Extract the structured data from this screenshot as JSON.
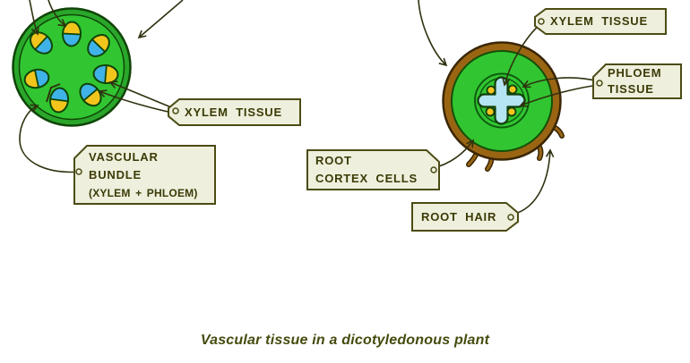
{
  "caption": "Vascular tissue in a dicotyledonous plant",
  "stem_section": {
    "xylem_label": "XYLEM TISSUE",
    "vascular_bundle_label": {
      "line1": "VASCULAR",
      "line2": "BUNDLE",
      "line3": "(XYLEM + PHLOEM)"
    }
  },
  "root_section": {
    "xylem_label": "XYLEM TISSUE",
    "phloem_label": {
      "line1": "PHLOEM",
      "line2": "TISSUE"
    },
    "cortex_label": {
      "line1": "ROOT",
      "line2": "CORTEX CELLS"
    },
    "root_hair_label": "ROOT HAIR"
  },
  "colors": {
    "stem_green": "#31c631",
    "stem_ring_green": "#2aa62a",
    "outline_green": "#0f4508",
    "root_brown": "#9a6513",
    "xylem_blue": "#3fb3e8",
    "phloem_yellow": "#f2c51d",
    "root_xylem_blue": "#b5e4f2",
    "tag_fill": "#eeefdc",
    "tag_border": "#4b4b15",
    "ink": "#3b3b08"
  }
}
